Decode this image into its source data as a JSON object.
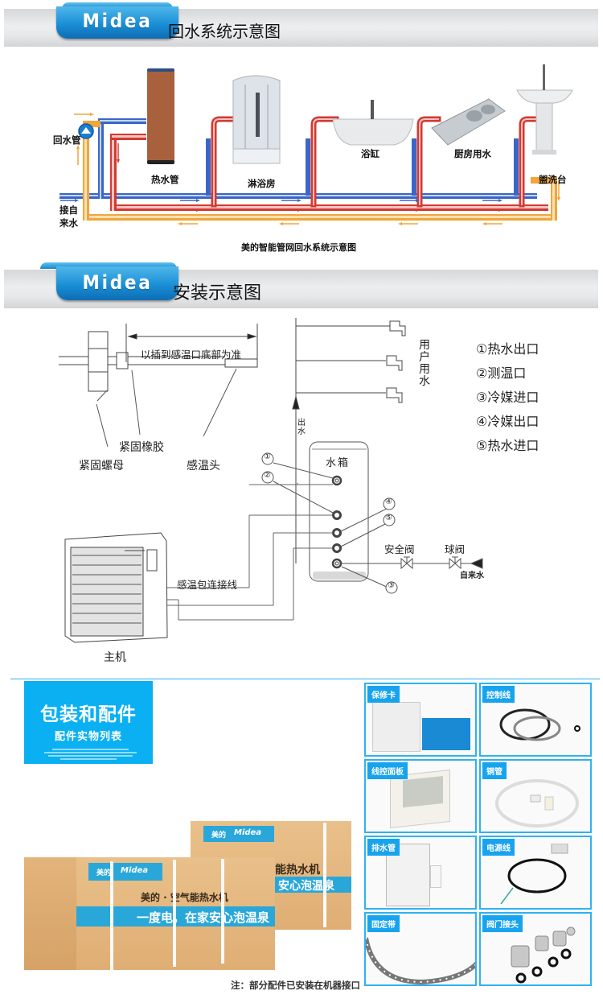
{
  "sections": [
    {
      "brand": "Midea",
      "title": "回水系统示意图"
    },
    {
      "brand": "Midea",
      "title": "安装示意图"
    }
  ],
  "recirc_diagram": {
    "labels": {
      "return_pipe": "回水管",
      "inlet_line1": "接自",
      "inlet_line2": "来水",
      "hot_water_tank": "热水管",
      "shower": "淋浴房",
      "bathtub": "浴缸",
      "kitchen": "厨房用水",
      "washbasin": "盥洗台"
    },
    "caption": "美的智能管网回水系统示意图",
    "colors": {
      "cold": "#2f5fc4",
      "hot": "#d23a32",
      "return": "#f0a63a",
      "pump": "#1a7fd4",
      "tank": "#a8603d"
    }
  },
  "install_diagram": {
    "sensor_detail": {
      "dimension": "以插到感温口底部为准",
      "rubber": "紧固橡胶",
      "nut": "紧固螺母",
      "probe": "感温头"
    },
    "user_water": "用户用水",
    "outlet": "出水",
    "tank": "水箱",
    "sensor_cable": "感温包连接线",
    "safety_valve": "安全阀",
    "ball_valve": "球阀",
    "tap_water": "自来水",
    "main_unit": "主机",
    "port_markers": [
      "①",
      "②",
      "③",
      "④",
      "⑤"
    ],
    "legend": [
      "①热水出口",
      "②测温口",
      "③冷媒进口",
      "④冷媒出口",
      "⑤热水进口"
    ]
  },
  "accessories": {
    "title": "包装和配件",
    "subtitle": "配件实物列表",
    "items": [
      {
        "label": "保修卡"
      },
      {
        "label": "控制线"
      },
      {
        "label": "线控面板"
      },
      {
        "label": "铜管"
      },
      {
        "label": "排水管"
      },
      {
        "label": "电源线"
      },
      {
        "label": "固定带"
      },
      {
        "label": "阀门接头"
      }
    ],
    "box": {
      "brand_cn": "美的",
      "brand_en": "Midea",
      "product": "美的 · 空气能热水机",
      "slogan": "一度电，在家安心泡温泉",
      "back_product": "能热水机",
      "back_slogan": "安心泡温泉"
    },
    "note": "注：部分配件已安装在机器接口",
    "accent_color": "#0ab0f2"
  }
}
